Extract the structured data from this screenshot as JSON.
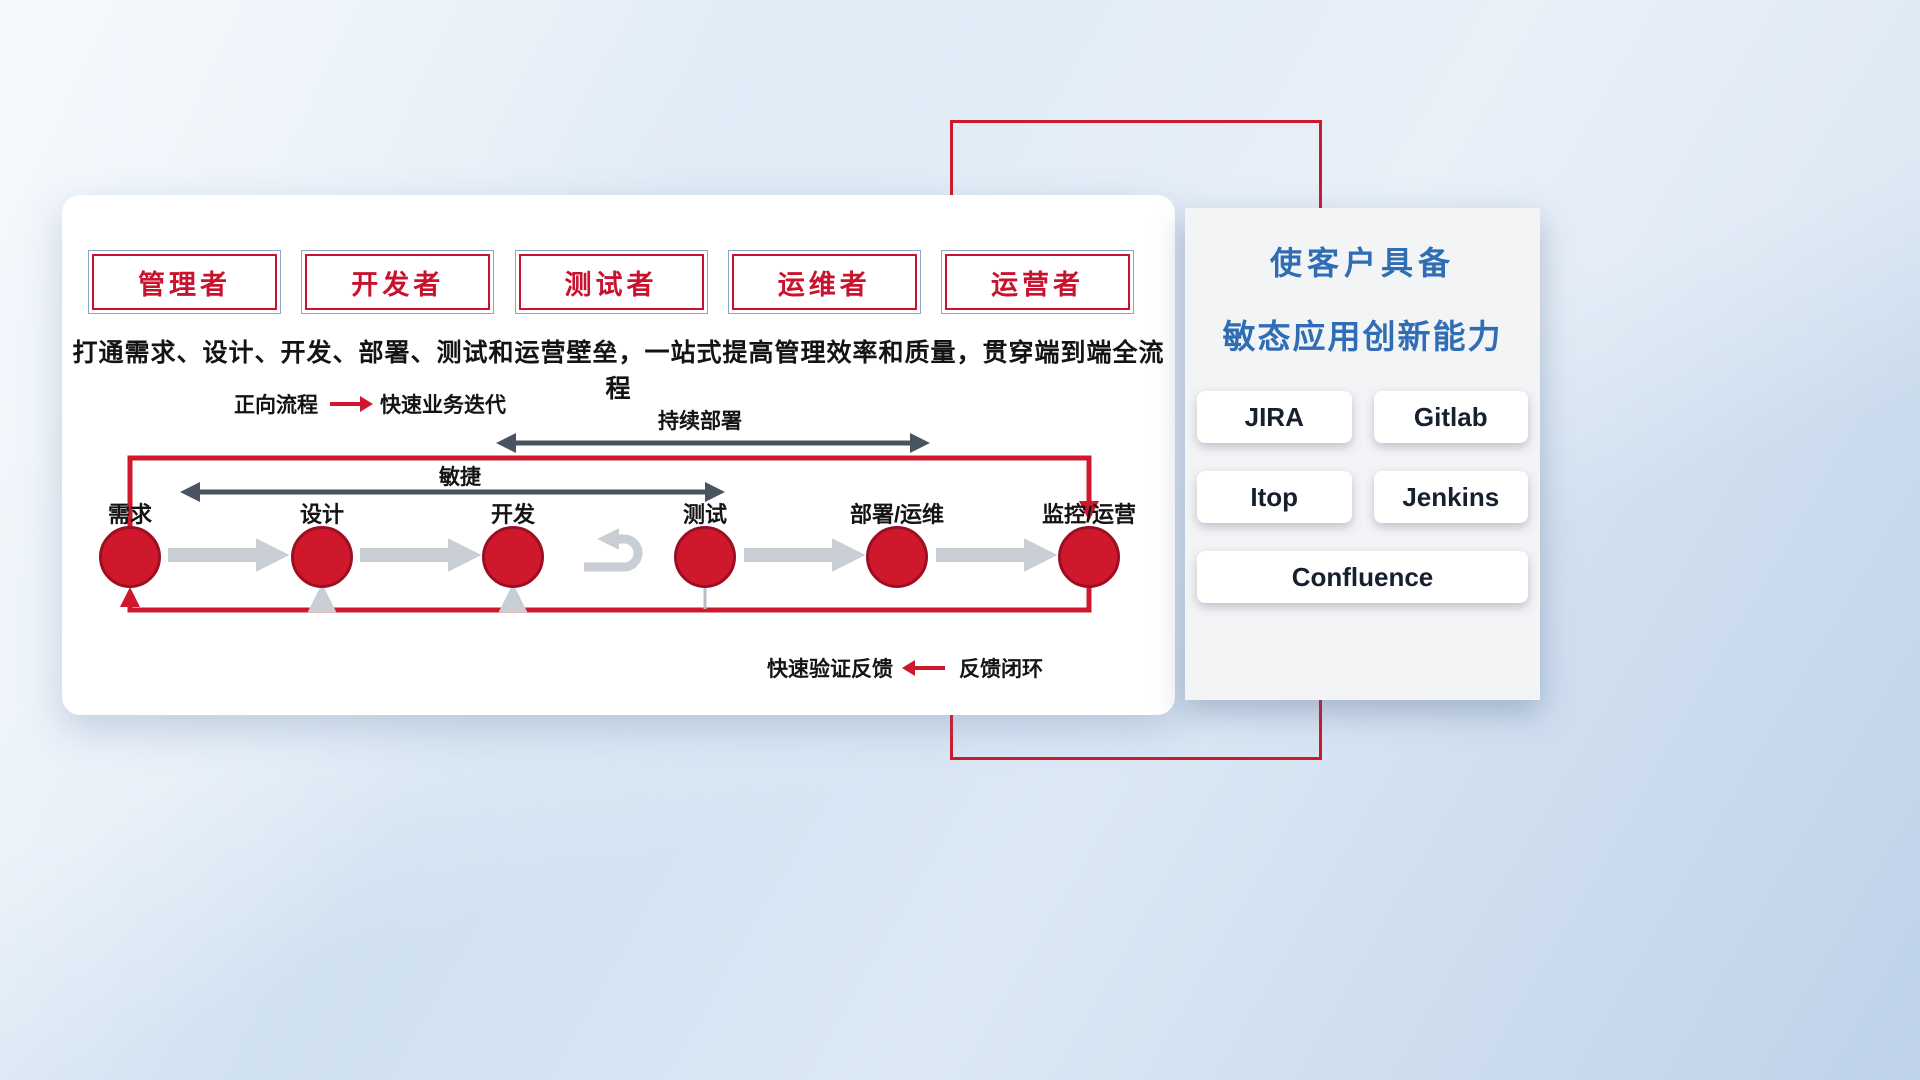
{
  "roles": [
    "管理者",
    "开发者",
    "测试者",
    "运维者",
    "运营者"
  ],
  "description": "打通需求、设计、开发、部署、测试和运营壁垒，一站式提高管理效率和质量，贯穿端到端全流程",
  "legends": {
    "forward_label": "正向流程",
    "forward_value": "快速业务迭代",
    "feedback_value": "快速验证反馈",
    "feedback_label": "反馈闭环"
  },
  "flow": {
    "continuous_deploy": "持续部署",
    "agile": "敏捷",
    "stages": [
      "需求",
      "设计",
      "开发",
      "测试",
      "部署/运维",
      "监控/运营"
    ]
  },
  "right_panel": {
    "title_line1": "使客户具备",
    "title_line2": "敏态应用创新能力",
    "tools": [
      "JIRA",
      "Gitlab",
      "Itop",
      "Jenkins",
      "Confluence"
    ]
  },
  "colors": {
    "accent_red": "#d0182d",
    "title_blue": "#2f6db5",
    "arrow_dark": "#4a5360",
    "flow_gray": "#c9ced4"
  }
}
